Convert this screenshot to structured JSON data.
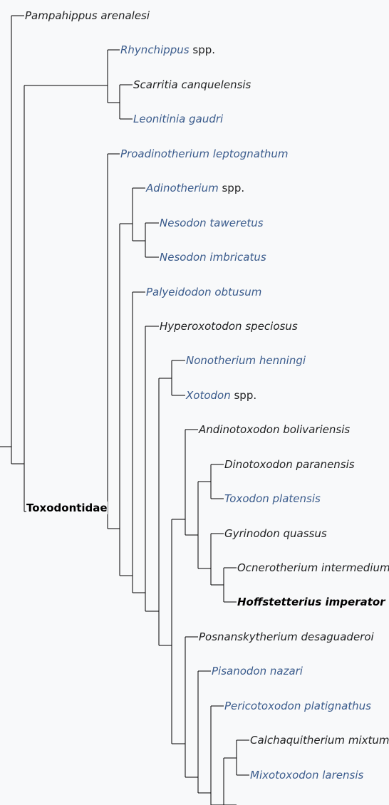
{
  "clade_label": "Toxodontidae",
  "taxa": [
    {
      "name": "Pampahippus arenalesi",
      "suffix": "",
      "style": "plain"
    },
    {
      "name": "Rhynchippus",
      "suffix": "spp.",
      "style": "link"
    },
    {
      "name": "Scarritia canquelensis",
      "suffix": "",
      "style": "plain"
    },
    {
      "name": "Leonitinia gaudri",
      "suffix": "",
      "style": "link"
    },
    {
      "name": "Proadinotherium leptognathum",
      "suffix": "",
      "style": "link"
    },
    {
      "name": "Adinotherium",
      "suffix": "spp.",
      "style": "link"
    },
    {
      "name": "Nesodon taweretus",
      "suffix": "",
      "style": "link"
    },
    {
      "name": "Nesodon imbricatus",
      "suffix": "",
      "style": "link"
    },
    {
      "name": "Palyeidodon obtusum",
      "suffix": "",
      "style": "link"
    },
    {
      "name": "Hyperoxotodon speciosus",
      "suffix": "",
      "style": "plain"
    },
    {
      "name": "Nonotherium henningi",
      "suffix": "",
      "style": "link"
    },
    {
      "name": "Xotodon",
      "suffix": "spp.",
      "style": "link"
    },
    {
      "name": "Andinotoxodon bolivariensis",
      "suffix": "",
      "style": "plain"
    },
    {
      "name": "Dinotoxodon paranensis",
      "suffix": "",
      "style": "plain"
    },
    {
      "name": "Toxodon platensis",
      "suffix": "",
      "style": "link"
    },
    {
      "name": "Gyrinodon quassus",
      "suffix": "",
      "style": "plain"
    },
    {
      "name": "Ocnerotherium intermedium",
      "suffix": "",
      "style": "plain"
    },
    {
      "name": "Hoffstetterius imperator",
      "suffix": "",
      "style": "bold"
    },
    {
      "name": "Posnanskytherium desaguaderoi",
      "suffix": "",
      "style": "plain"
    },
    {
      "name": "Pisanodon nazari",
      "suffix": "",
      "style": "link"
    },
    {
      "name": "Pericotoxodon platignathus",
      "suffix": "",
      "style": "link"
    },
    {
      "name": "Calchaquitherium mixtum",
      "suffix": "",
      "style": "plain"
    },
    {
      "name": "Mixotoxodon larensis",
      "suffix": "",
      "style": "link"
    }
  ]
}
